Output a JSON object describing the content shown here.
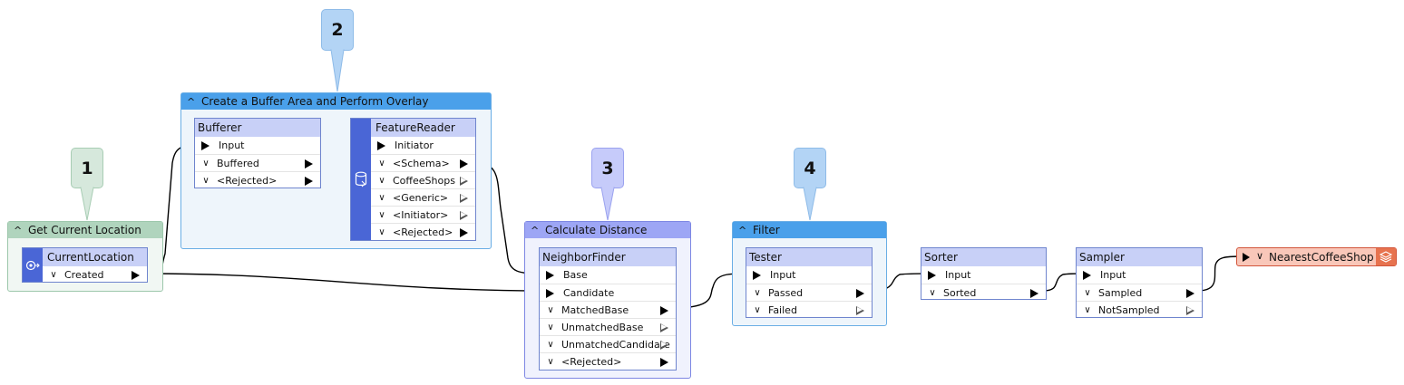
{
  "bookmarks": [
    {
      "id": "b1",
      "title": "Create a Buffer Area and Perform Overlay",
      "bubble": "2"
    },
    {
      "id": "b2",
      "title": "Get Current Location",
      "bubble": "1"
    },
    {
      "id": "b3",
      "title": "Calculate Distance",
      "bubble": "3"
    },
    {
      "id": "b4",
      "title": "Filter",
      "bubble": "4"
    }
  ],
  "colors": {
    "b1": {
      "head": "#4aa0ea",
      "body": "#eef5fb",
      "border": "#6aaee5",
      "bubble": "#b3d4f5"
    },
    "b2": {
      "head": "#b0d4bd",
      "body": "#f1f7f3",
      "border": "#9cc7ab",
      "bubble": "#d6e8dc"
    },
    "b3": {
      "head": "#9da6f5",
      "body": "#f0f2fd",
      "border": "#7d87e3",
      "bubble": "#c6cbfa"
    },
    "b4": {
      "head": "#4aa0ea",
      "body": "#eef5fb",
      "border": "#6aaee5",
      "bubble": "#b3d4f5"
    }
  },
  "transformers": {
    "bufferer": {
      "name": "Bufferer",
      "inputs": [
        "Input"
      ],
      "outputs": [
        "Buffered",
        "<Rejected>"
      ]
    },
    "featurereader": {
      "name": "FeatureReader",
      "icon": "database-icon",
      "inputs": [
        "Initiator"
      ],
      "outputs": [
        "<Schema>",
        "CoffeeShops",
        "<Generic>",
        "<Initiator>",
        "<Rejected>"
      ]
    },
    "currentlocation": {
      "name": "CurrentLocation",
      "icon": "location-icon",
      "outputs": [
        "Created"
      ]
    },
    "neighborfinder": {
      "name": "NeighborFinder",
      "inputs": [
        "Base",
        "Candidate"
      ],
      "outputs": [
        "MatchedBase",
        "UnmatchedBase",
        "UnmatchedCandidate",
        "<Rejected>"
      ]
    },
    "tester": {
      "name": "Tester",
      "inputs": [
        "Input"
      ],
      "outputs": [
        "Passed",
        "Failed"
      ]
    },
    "sorter": {
      "name": "Sorter",
      "inputs": [
        "Input"
      ],
      "outputs": [
        "Sorted"
      ]
    },
    "sampler": {
      "name": "Sampler",
      "inputs": [
        "Input"
      ],
      "outputs": [
        "Sampled",
        "NotSampled"
      ]
    }
  },
  "writer": {
    "name": "NearestCoffeeShop",
    "icon": "layers-icon"
  }
}
